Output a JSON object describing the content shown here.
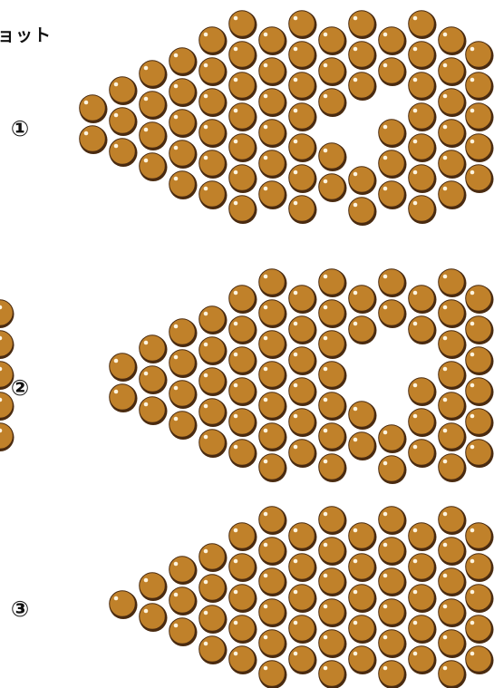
{
  "header": {
    "text": "ョット"
  },
  "panels": [
    {
      "label": "①"
    },
    {
      "label": "②"
    },
    {
      "label": "③"
    }
  ],
  "colors": {
    "ball_fill": "#c0812a",
    "ball_rim": "#4a2b10",
    "ball_highlight": "#fff5e0"
  }
}
